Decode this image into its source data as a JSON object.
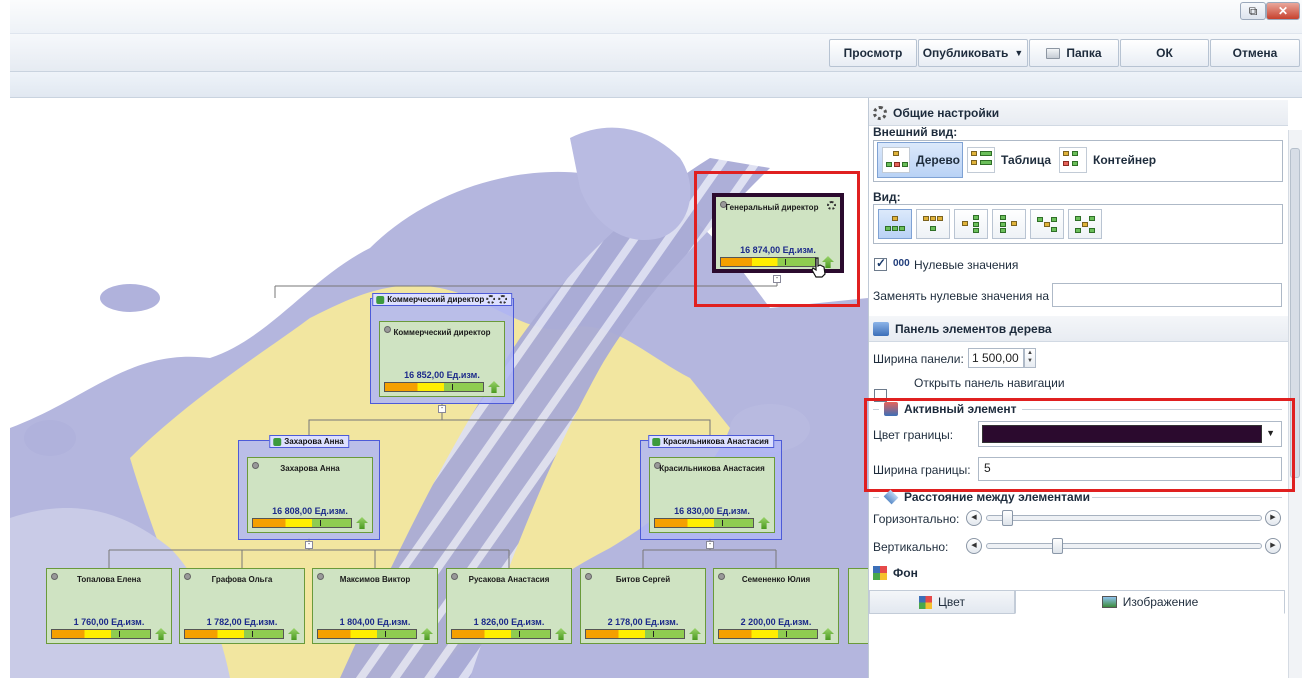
{
  "toolbar": {
    "preview": "Просмотр",
    "publish": "Опубликовать",
    "folder": "Папка",
    "ok": "ОК",
    "cancel": "Отмена"
  },
  "window": {
    "close": "✕",
    "restore": "⧉"
  },
  "chart": {
    "root": {
      "title": "Генеральный директор",
      "value": "16 874,00 Ед.изм."
    },
    "commercial": {
      "group": "Коммерческий директор",
      "title": "Коммерческий директор",
      "value": "16 852,00 Ед.изм."
    },
    "zakharova": {
      "group": "Захарова Анна",
      "title": "Захарова Анна",
      "value": "16 808,00 Ед.изм."
    },
    "krasilnikova": {
      "group": "Красильникова Анастасия",
      "title": "Красильникова Анастасия",
      "value": "16 830,00 Ед.изм."
    },
    "leaves": [
      {
        "title": "Топалова Елена",
        "value": "1 760,00 Ед.изм."
      },
      {
        "title": "Графова Ольга",
        "value": "1 782,00 Ед.изм."
      },
      {
        "title": "Максимов Виктор",
        "value": "1 804,00 Ед.изм."
      },
      {
        "title": "Русакова Анастасия",
        "value": "1 826,00 Ед.изм."
      },
      {
        "title": "Битов Сергей",
        "value": "2 178,00 Ед.изм."
      },
      {
        "title": "Семененко Юлия",
        "value": "2 200,00 Ед.изм."
      }
    ]
  },
  "panel": {
    "general_title": "Общие настройки",
    "appearance_label": "Внешний вид:",
    "types": [
      "Дерево",
      "Таблица",
      "Контейнер"
    ],
    "view_label": "Вид:",
    "zero_values": {
      "badge": "000",
      "label": "Нулевые значения",
      "checked": true
    },
    "replace_zero_label": "Заменять нулевые значения на :",
    "replace_zero_value": "",
    "tree_panel_title": "Панель элементов дерева",
    "panel_width_label": "Ширина панели:",
    "panel_width_value": "1 500,00",
    "open_nav_label": "Открыть панель навигации",
    "active_title": "Активный элемент",
    "border_color_label": "Цвет границы:",
    "border_color": "#2b0a2e",
    "border_width_label": "Ширина границы:",
    "border_width_value": "5",
    "spacing_title": "Расстояние между элементами",
    "horizontal_label": "Горизонтально:",
    "vertical_label": "Вертикально:",
    "horizontal_level": 0.06,
    "vertical_level": 0.25,
    "bg_title": "Фон",
    "tabs": [
      "Цвет",
      "Изображение"
    ]
  }
}
